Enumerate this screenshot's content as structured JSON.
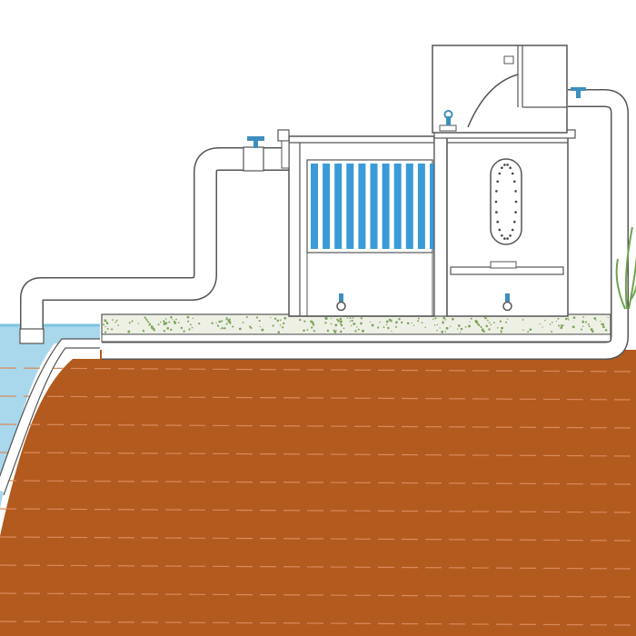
{
  "diagram": {
    "type": "pond-filtration-system-cross-section",
    "labels": [],
    "colors": {
      "soil": "#b35a1f",
      "soil_line": "#d98a5c",
      "water": "#a9d8ec",
      "water_edge": "#7ec3e0",
      "gravel": "#eef0e6",
      "gravel_dot": "#7fa65a",
      "pipe": "#ffffff",
      "pipe_outline": "#555555",
      "filter_media": "#3a9bd8",
      "valve": "#3d8fbf",
      "plant": "#6ea34e"
    },
    "components": [
      "inlet-pipe",
      "inlet-valve",
      "settlement-chamber",
      "filter-brush-media",
      "bio-chamber",
      "air-diffuser",
      "top-chamber",
      "return-pipe",
      "return-valve",
      "drain-valve-1",
      "drain-valve-2",
      "gravel-base",
      "pond-water",
      "soil"
    ]
  }
}
